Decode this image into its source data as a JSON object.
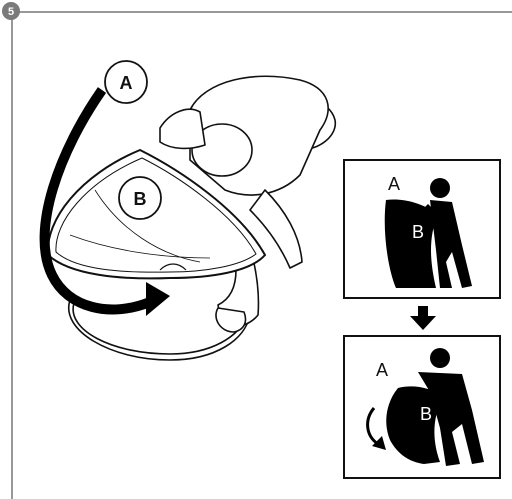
{
  "step": {
    "number": "5"
  },
  "main_figure": {
    "callout_a": "A",
    "callout_b": "B",
    "colors": {
      "ink": "#111111",
      "arrow": "#000000",
      "badge": "#777777"
    }
  },
  "inset_top": {
    "label_a": "A",
    "label_b": "B"
  },
  "inset_bottom": {
    "label_a": "A",
    "label_b": "B"
  },
  "connector": {
    "icon": "arrow-down-icon"
  }
}
